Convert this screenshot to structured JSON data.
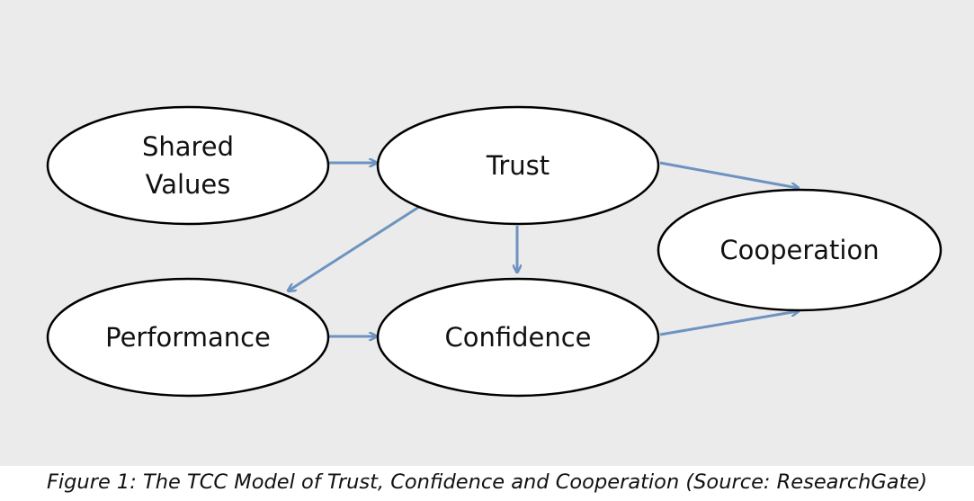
{
  "diagram": {
    "nodes": [
      {
        "id": "shared-values",
        "lines": [
          "Shared",
          "Values"
        ]
      },
      {
        "id": "trust",
        "lines": [
          "Trust"
        ]
      },
      {
        "id": "cooperation",
        "lines": [
          "Cooperation"
        ]
      },
      {
        "id": "performance",
        "lines": [
          "Performance"
        ]
      },
      {
        "id": "confidence",
        "lines": [
          "Confidence"
        ]
      }
    ],
    "edges": [
      {
        "from": "shared-values",
        "to": "trust"
      },
      {
        "from": "trust",
        "to": "cooperation"
      },
      {
        "from": "trust",
        "to": "confidence"
      },
      {
        "from": "trust",
        "to": "performance"
      },
      {
        "from": "performance",
        "to": "confidence"
      },
      {
        "from": "confidence",
        "to": "cooperation"
      }
    ],
    "colors": {
      "background": "#ebebeb",
      "node_fill": "#ffffff",
      "node_stroke": "#000000",
      "arrow": "#6d93c0"
    }
  },
  "caption": "Figure 1: The TCC Model of Trust, Confidence and Cooperation (Source: ResearchGate)"
}
